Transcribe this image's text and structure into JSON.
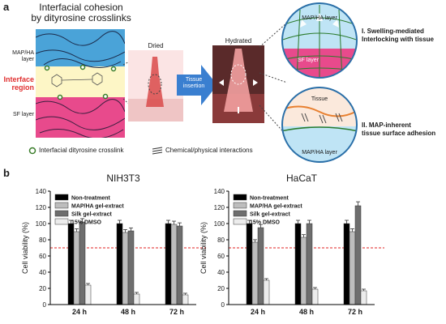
{
  "panel_a": {
    "letter": "a",
    "cohesion_title_line1": "Interfacial cohesion",
    "cohesion_title_line2": "by dityrosine crosslinks",
    "layer_top": "MAP/HA layer",
    "interface_line1": "Interface",
    "interface_line2": "region",
    "layer_bottom": "SF layer",
    "dried_label": "Dried",
    "hydrated_label": "Hydrated",
    "arrow_label_line1": "Tissue",
    "arrow_label_line2": "insertion",
    "legend_crosslink": "Interfacial dityrosine crosslink",
    "legend_interaction": "Chemical/physical interactions",
    "circle_top_layer": "MAP/HA layer",
    "circle_top_sf": "SF layer",
    "mechanism1_line1": "I. Swelling-mediated",
    "mechanism1_line2": "Interlocking with tissue",
    "circle_bottom_tissue": "Tissue",
    "circle_bottom_layer": "MAP/HA layer",
    "mechanism2_line1": "II. MAP-inherent",
    "mechanism2_line2": "tissue surface adhesion",
    "colors": {
      "map_ha": "#4aa3d8",
      "interface": "#fdf6c6",
      "sf": "#e84a8c",
      "arrow": "#3a7fd0"
    }
  },
  "panel_b": {
    "letter": "b"
  },
  "chart_data": [
    {
      "type": "bar",
      "title": "NIH3T3",
      "ylabel": "Cell viability (%)",
      "ylim": [
        0,
        140
      ],
      "yticks": [
        "0",
        "20",
        "40",
        "60",
        "80",
        "100",
        "120",
        "140"
      ],
      "categories": [
        "24 h",
        "48 h",
        "72 h"
      ],
      "reference_line": 70,
      "legend_position": "top-left",
      "series": [
        {
          "name": "Non-treatment",
          "color": "#000000",
          "values": [
            100,
            100,
            100
          ]
        },
        {
          "name": "MAP/HA gel-extract",
          "color": "#bdbdbd",
          "values": [
            90,
            89,
            99
          ]
        },
        {
          "name": "Silk gel-extract",
          "color": "#6e6e6e",
          "values": [
            102,
            91,
            97
          ]
        },
        {
          "name": "15% DMSO",
          "color": "#ececec",
          "values": [
            24,
            13,
            12
          ]
        }
      ]
    },
    {
      "type": "bar",
      "title": "HaCaT",
      "ylabel": "Cell viability (%)",
      "ylim": [
        0,
        140
      ],
      "yticks": [
        "0",
        "20",
        "40",
        "60",
        "80",
        "100",
        "120",
        "140"
      ],
      "categories": [
        "24 h",
        "48 h",
        "72 h"
      ],
      "reference_line": 70,
      "legend_position": "top-left",
      "series": [
        {
          "name": "Non-treatment",
          "color": "#000000",
          "values": [
            100,
            100,
            100
          ]
        },
        {
          "name": "MAP/HA gel-extract",
          "color": "#bdbdbd",
          "values": [
            77,
            83,
            90
          ]
        },
        {
          "name": "Silk gel-extract",
          "color": "#6e6e6e",
          "values": [
            95,
            100,
            122
          ]
        },
        {
          "name": "15% DMSO",
          "color": "#ececec",
          "values": [
            30,
            19,
            17
          ]
        }
      ]
    }
  ]
}
